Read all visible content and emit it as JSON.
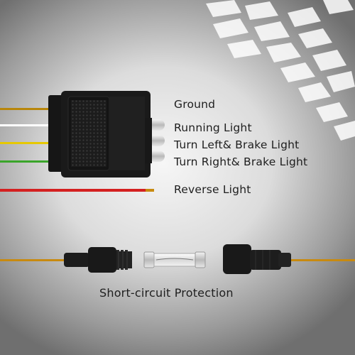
{
  "labels": {
    "ground": "Ground",
    "running": "Running Light",
    "turn_left": "Turn Left& Brake Light",
    "turn_right": "Turn Right& Brake Light",
    "reverse": "Reverse Light",
    "caption": "Short-circuit Protection"
  },
  "colors": {
    "ground_wire": "#b8860b",
    "running_wire": "#ffffff",
    "turn_left_wire": "#e6c800",
    "turn_right_wire": "#3aa52a",
    "reverse_wire": "#d42020",
    "fuse_wire": "#c88a10",
    "connector": "#1a1a1a"
  },
  "icons": [
    "tire-track-icon",
    "trailer-connector-icon",
    "fuse-holder-icon",
    "glass-fuse-icon"
  ]
}
